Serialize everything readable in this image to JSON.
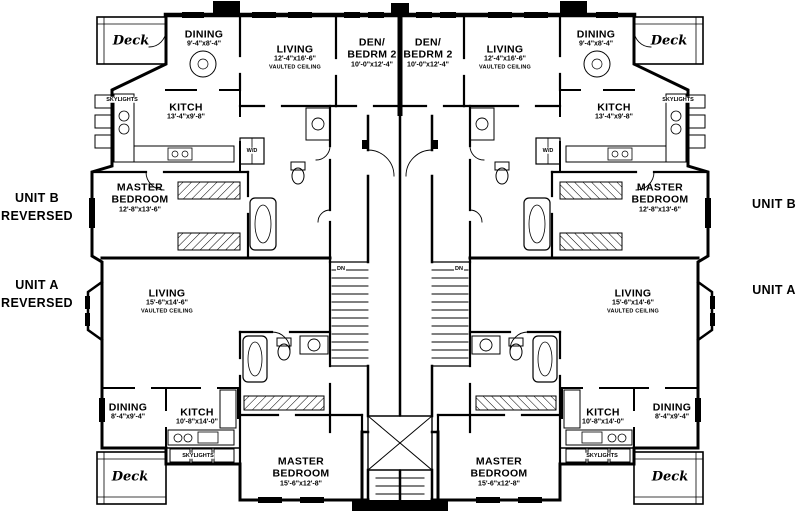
{
  "plan": {
    "units": {
      "unit_b": "UNIT B",
      "unit_a": "UNIT A",
      "reversed": "REVERSED"
    },
    "upper_floorplan": {
      "deck": "Deck",
      "dining": {
        "name": "DINING",
        "dims": "9'-4\"x8'-4\""
      },
      "living": {
        "name": "LIVING",
        "dims": "12'-4\"x16'-6\"",
        "note": "VAULTED CEILING"
      },
      "den": {
        "name_line1": "DEN/",
        "name_line2": "BEDRM 2",
        "dims": "10'-0\"x12'-4\""
      },
      "kitchen": {
        "name": "KITCH",
        "dims": "13'-4\"x9'-8\""
      },
      "master": {
        "name_line1": "MASTER",
        "name_line2": "BEDROOM",
        "dims": "12'-8\"x13'-6\""
      },
      "skylights": "SKYLIGHTS",
      "washer_dryer": "W/D"
    },
    "lower_floorplan": {
      "deck": "Deck",
      "living": {
        "name": "LIVING",
        "dims": "15'-6\"x14'-6\"",
        "note": "VAULTED CEILING"
      },
      "dining": {
        "name": "DINING",
        "dims": "8'-4\"x9'-4\""
      },
      "kitchen": {
        "name": "KITCH",
        "dims": "10'-8\"x14'-0\""
      },
      "master": {
        "name_line1": "MASTER",
        "name_line2": "BEDROOM",
        "dims": "15'-6\"x12'-8\""
      },
      "skylights": "SKYLIGHTS",
      "stairs_down": "DN"
    }
  }
}
